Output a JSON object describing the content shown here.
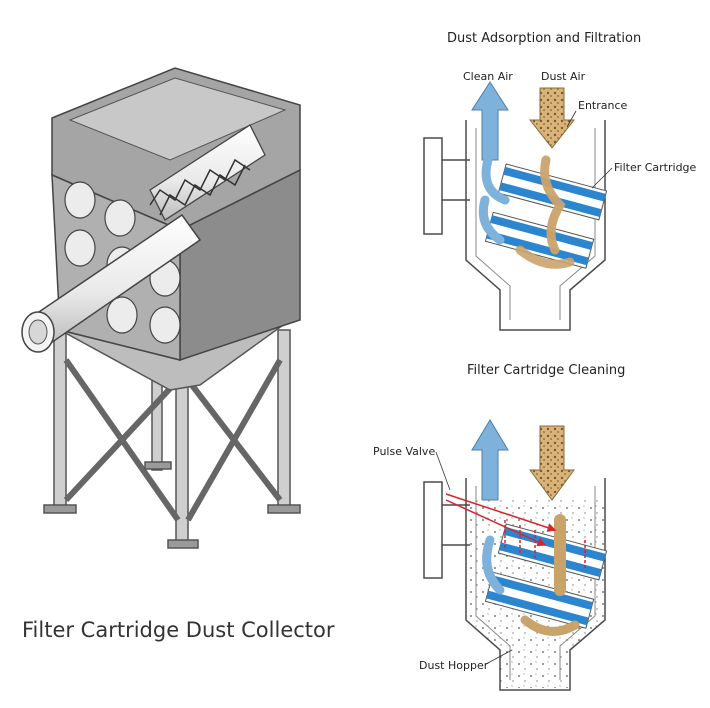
{
  "main_title": "Filter Cartridge Dust Collector",
  "top_diagram": {
    "title": "Dust Adsorption and Filtration",
    "labels": {
      "clean_air": "Clean Air",
      "dust_air": "Dust Air",
      "entrance": "Entrance",
      "filter_cartridge": "Filter Cartridge"
    }
  },
  "bottom_diagram": {
    "title": "Filter Cartridge Cleaning",
    "labels": {
      "pulse_valve": "Pulse Valve",
      "dust_hopper": "Dust Hopper"
    }
  },
  "colors": {
    "clean_air_arrow": "#7fb2db",
    "dust_air_arrow": "#caa36a",
    "filter_stripe": "#2b86cf",
    "pulse_arrow": "#d9232e",
    "outline": "#4a4a4a",
    "machine_gray": "#9a9a9a"
  }
}
